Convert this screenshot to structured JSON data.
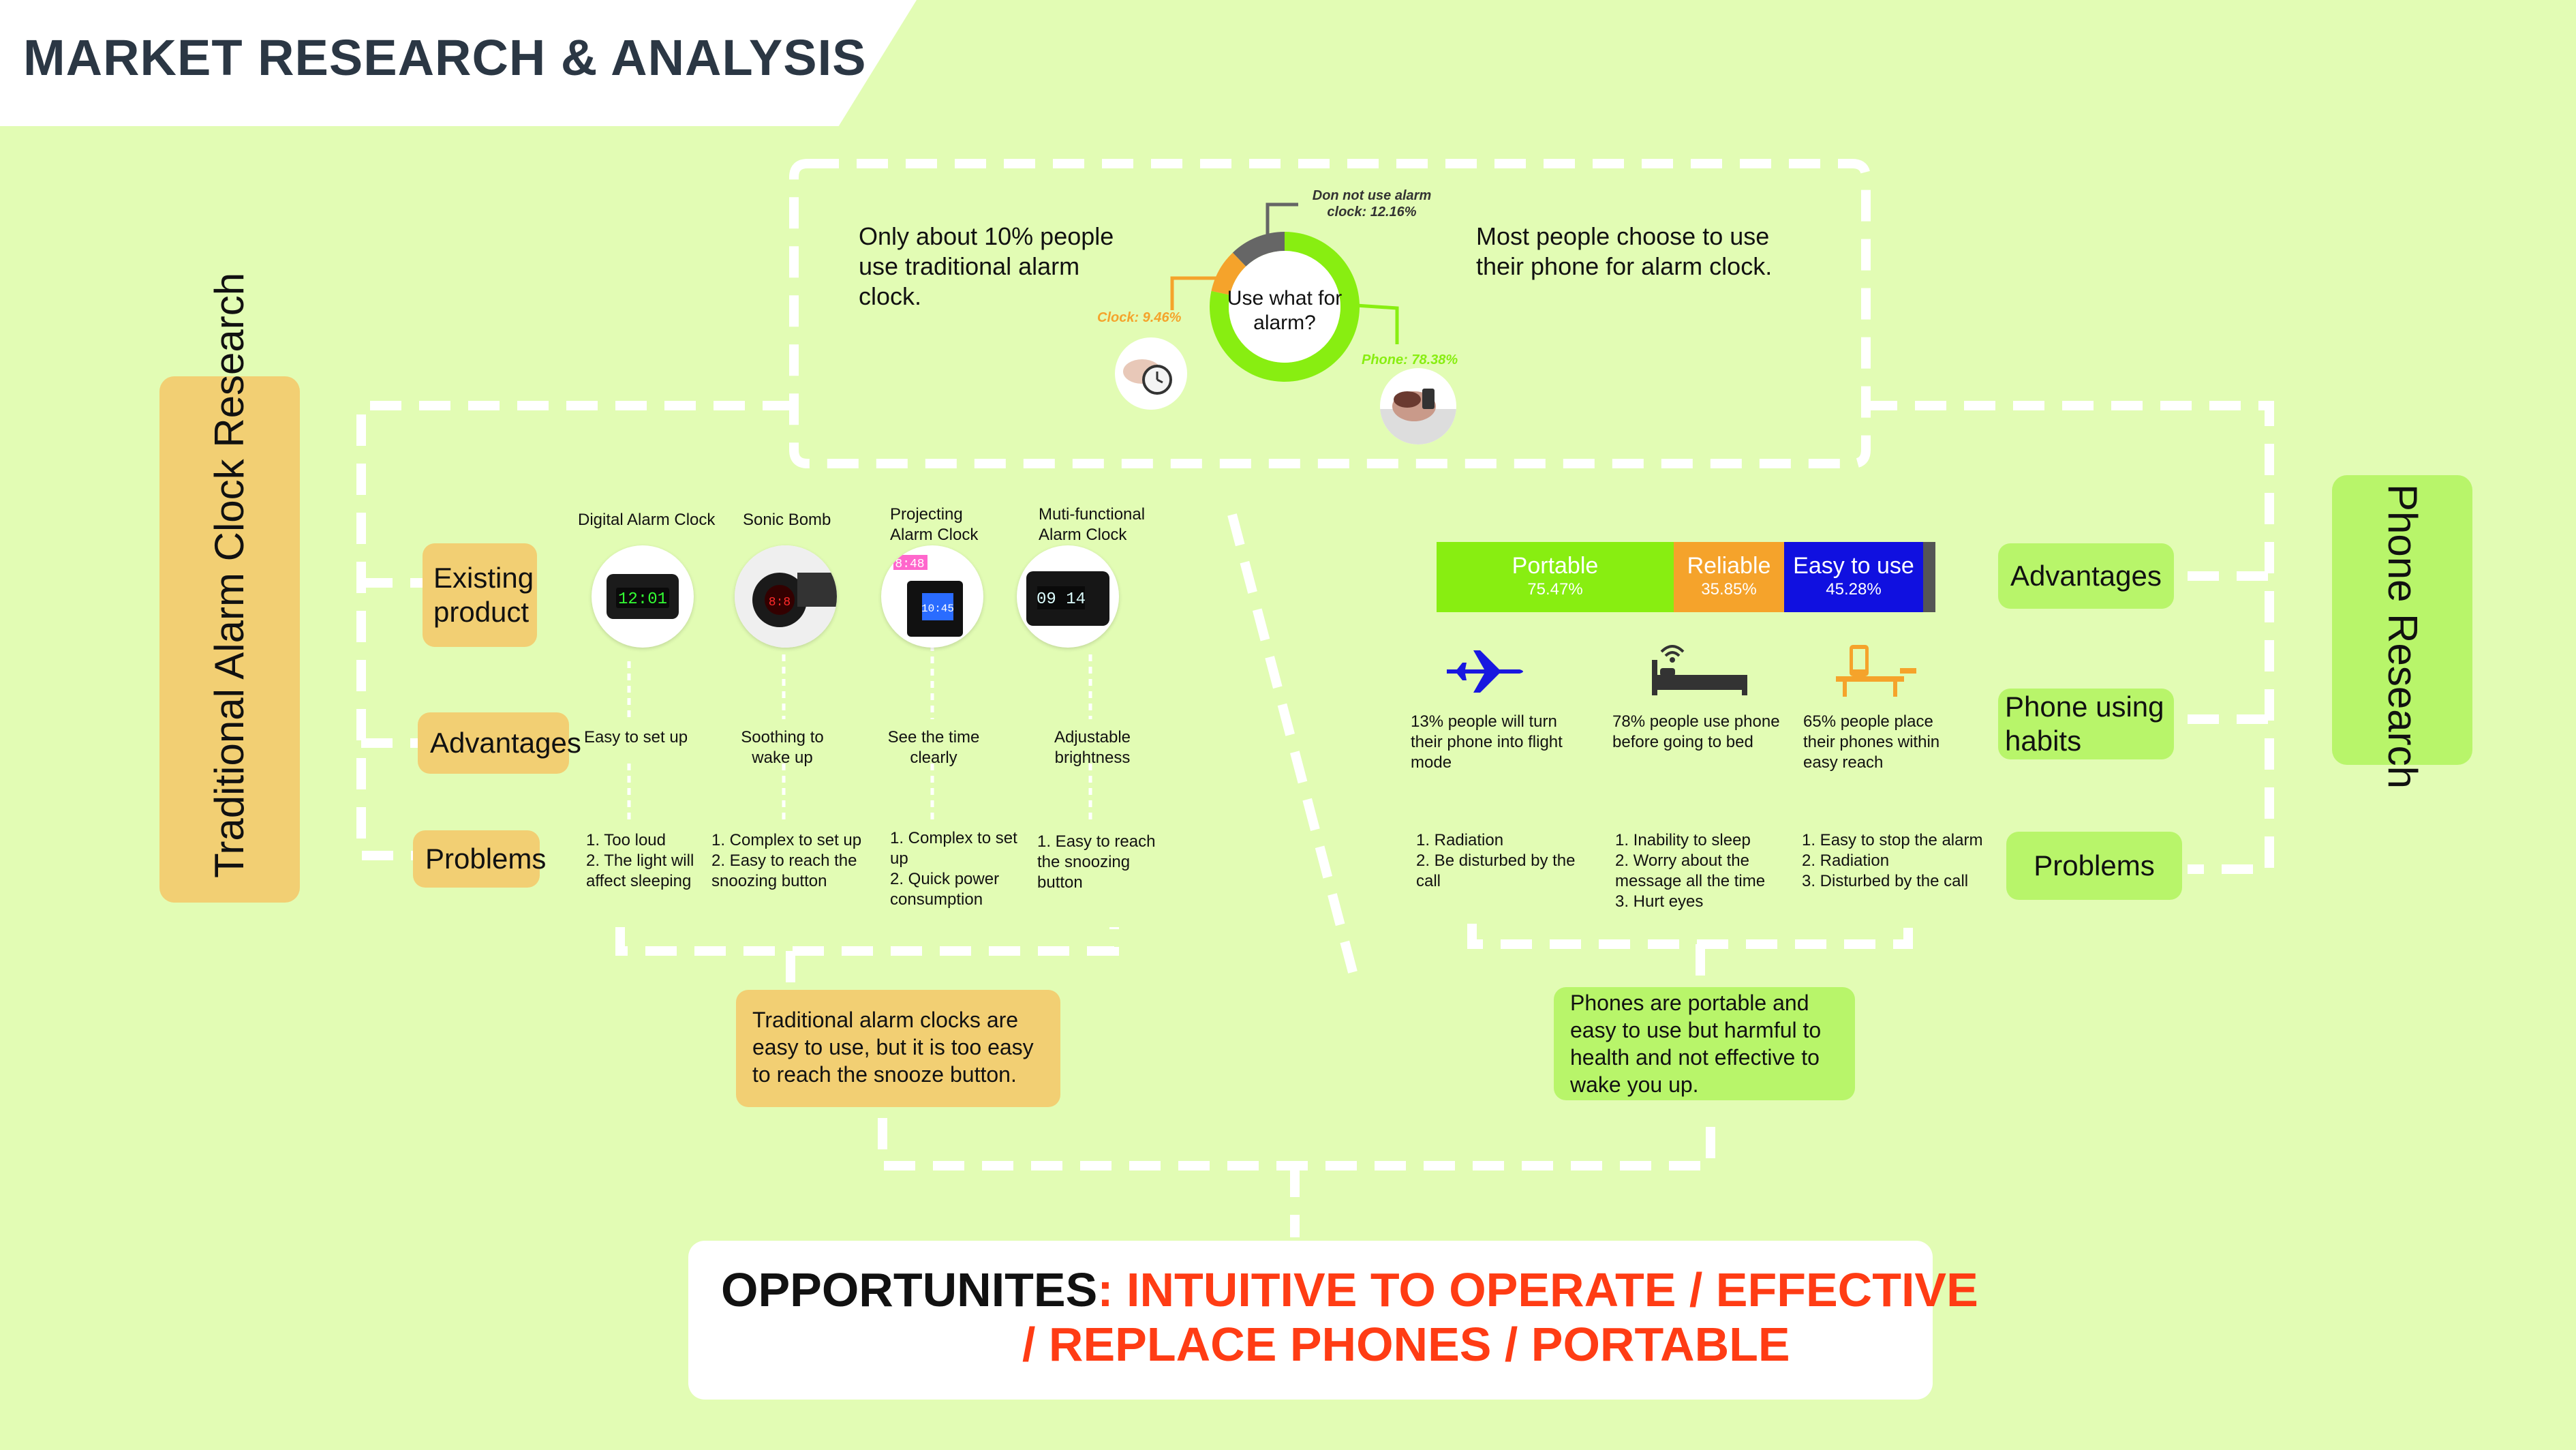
{
  "page": {
    "title": "MARKET RESEARCH & ANALYSIS"
  },
  "colors": {
    "background": "#e2fcb4",
    "orange_tab": "#f2cf73",
    "green_tab": "#b8f56a",
    "accent_red": "#ff3c14",
    "phone_green": "#88ee11",
    "clock_orange": "#f5a32b",
    "none_grey": "#666666"
  },
  "survey": {
    "left_note": "Only about 10% people use traditional alarm clock.",
    "right_note": "Most people choose to use their phone for alarm clock.",
    "donut_center": "Use what for alarm?",
    "labels": {
      "none": "Don not use alarm clock: 12.16%",
      "clock": "Clock: 9.46%",
      "phone": "Phone: 78.38%"
    }
  },
  "chart_data": {
    "type": "pie",
    "title": "Use what for alarm?",
    "categories": [
      "Phone",
      "Clock",
      "Don not use alarm clock"
    ],
    "values": [
      78.38,
      9.46,
      12.16
    ]
  },
  "traditional": {
    "tab_label": "Traditional Alarm Clock Research",
    "rows": {
      "existing": "Existing product",
      "advantages": "Advantages",
      "problems": "Problems"
    },
    "products": [
      {
        "name": "Digital Alarm Clock",
        "advantage": "Easy to set up",
        "problems": "1. Too loud\n2. The light will affect sleeping"
      },
      {
        "name": "Sonic Bomb",
        "advantage": "Soothing to wake up",
        "problems": "1. Complex to set up\n2. Easy to reach the snoozing button"
      },
      {
        "name": "Projecting Alarm Clock",
        "advantage": "See the time clearly",
        "problems": "1. Complex to set up\n2. Quick power consumption"
      },
      {
        "name": "Muti-functional Alarm Clock",
        "advantage": "Adjustable brightness",
        "problems": "1. Easy to reach the snoozing button"
      }
    ],
    "summary": "Traditional alarm clocks are easy to use, but it is too easy to reach the snooze button."
  },
  "phone": {
    "tab_label": "Phone Research",
    "rows": {
      "advantages": "Advantages",
      "habits": "Phone using habits",
      "problems": "Problems"
    },
    "advantages_bar": [
      {
        "name": "Portable",
        "pct": "75.47%",
        "color": "#88ee11"
      },
      {
        "name": "Reliable",
        "pct": "35.85%",
        "color": "#f5a32b"
      },
      {
        "name": "Easy to use",
        "pct": "45.28%",
        "color": "#1010e0"
      }
    ],
    "habits": [
      {
        "icon": "airplane-icon",
        "text": "13% people will turn their phone into flight mode",
        "problems": "1. Radiation\n2. Be disturbed by the call"
      },
      {
        "icon": "bed-wifi-icon",
        "text": "78% people use phone before going to bed",
        "problems": "1. Inability to sleep\n2. Worry about the message all the time\n3. Hurt eyes"
      },
      {
        "icon": "phone-table-icon",
        "text": "65% people place their phones within easy reach",
        "problems": "1. Easy to stop the alarm\n2. Radiation\n3. Disturbed by the call"
      }
    ],
    "summary": "Phones are portable and easy to use but harmful to health and not effective to wake you up."
  },
  "opportunities": {
    "label": "OPPORTUNITES",
    "colon": ":",
    "line1": " INTUITIVE TO OPERATE / EFFECTIVE",
    "line2": "/ REPLACE PHONES / PORTABLE"
  }
}
